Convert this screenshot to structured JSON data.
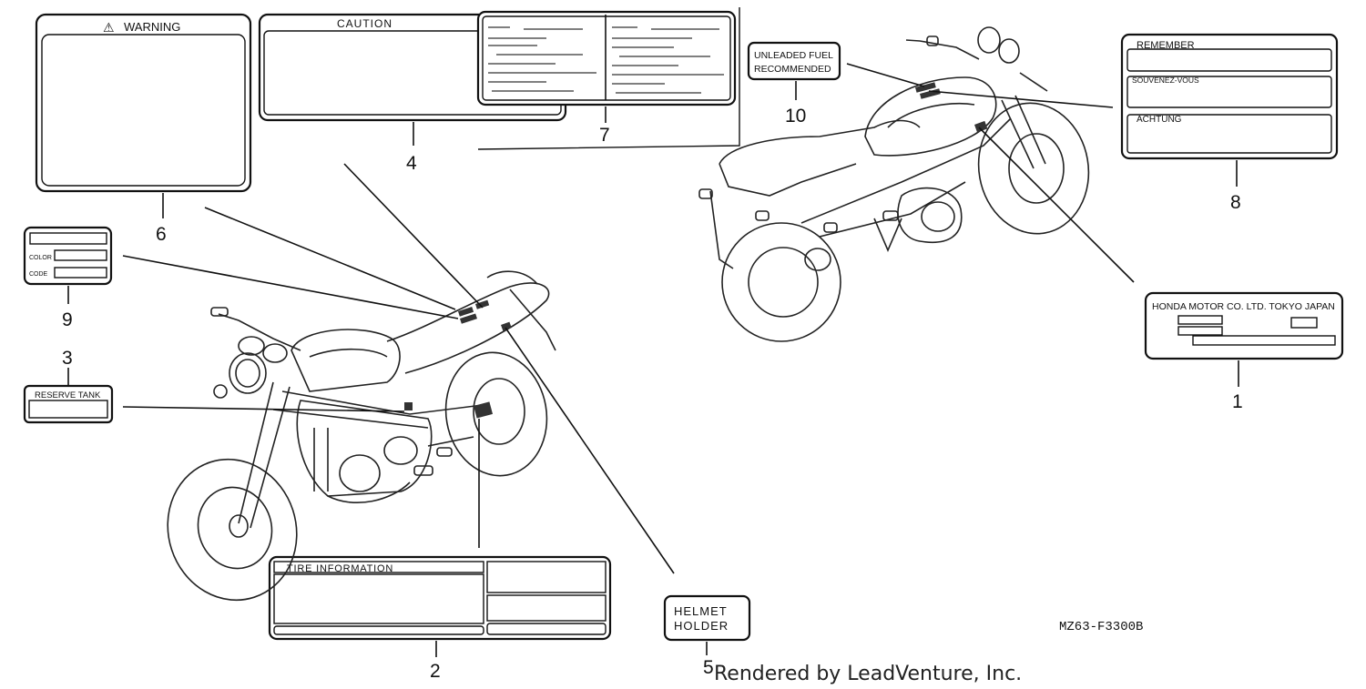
{
  "labels": {
    "warning": "WARNING",
    "caution": "CAUTION",
    "unleaded_line1": "UNLEADED FUEL",
    "unleaded_line2": "RECOMMENDED",
    "remember": "REMEMBER",
    "souvenez": "SOUVENEZ-VOUS",
    "achtung": "ACHTUNG",
    "color": "COLOR",
    "code": "CODE",
    "reserve_tank": "RESERVE TANK",
    "honda": "HONDA MOTOR CO. LTD. TOKYO JAPAN",
    "tire_information": "TIRE INFORMATION",
    "helmet_line1": "HELMET",
    "helmet_line2": "HOLDER"
  },
  "callouts": {
    "n1": "1",
    "n2": "2",
    "n3": "3",
    "n4": "4",
    "n5": "5",
    "n6": "6",
    "n7": "7",
    "n8": "8",
    "n9": "9",
    "n10": "10"
  },
  "diagram_code": "MZ63-F3300B",
  "credit": "Rendered by LeadVenture, Inc.",
  "warning_symbol": "⚠"
}
